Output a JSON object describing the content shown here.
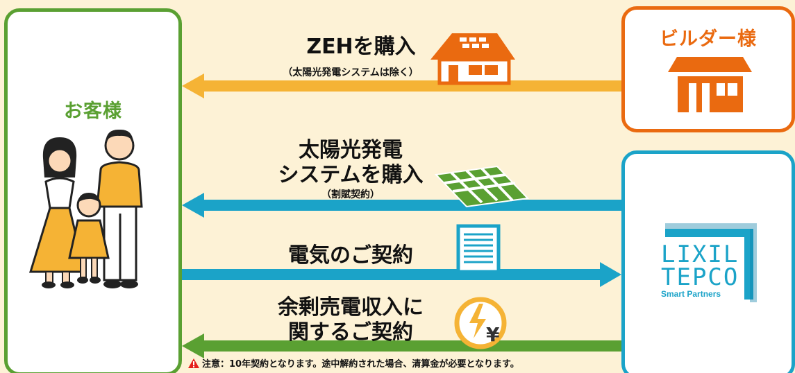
{
  "customer": {
    "title": "お客様"
  },
  "builder": {
    "title": "ビルダー様"
  },
  "provider": {
    "logo_line1": "LIXIL",
    "logo_line2": "TEPCO",
    "logo_line3": "Smart Partners"
  },
  "flows": [
    {
      "title": "ZEHを購入",
      "sub": "（太陽光発電システムは除く）",
      "color": "#f5b335",
      "direction": "to-customer"
    },
    {
      "title_line1": "太陽光発電",
      "title_line2": "システムを購入",
      "sub": "（割賦契約）",
      "color": "#1ba3c8",
      "direction": "to-customer"
    },
    {
      "title": "電気のご契約",
      "color": "#1ba3c8",
      "direction": "to-provider"
    },
    {
      "title_line1": "余剰売電収入に",
      "title_line2": "関するご契約",
      "color": "#5aa032",
      "direction": "to-customer"
    }
  ],
  "note": {
    "text": "注意：10年契約となります。途中解約された場合、清算金が必要となります。"
  },
  "colors": {
    "background": "#fdf2d6",
    "green": "#5aa032",
    "orange": "#ea6a10",
    "blue": "#1ba3c8",
    "yellow": "#f5b335"
  }
}
